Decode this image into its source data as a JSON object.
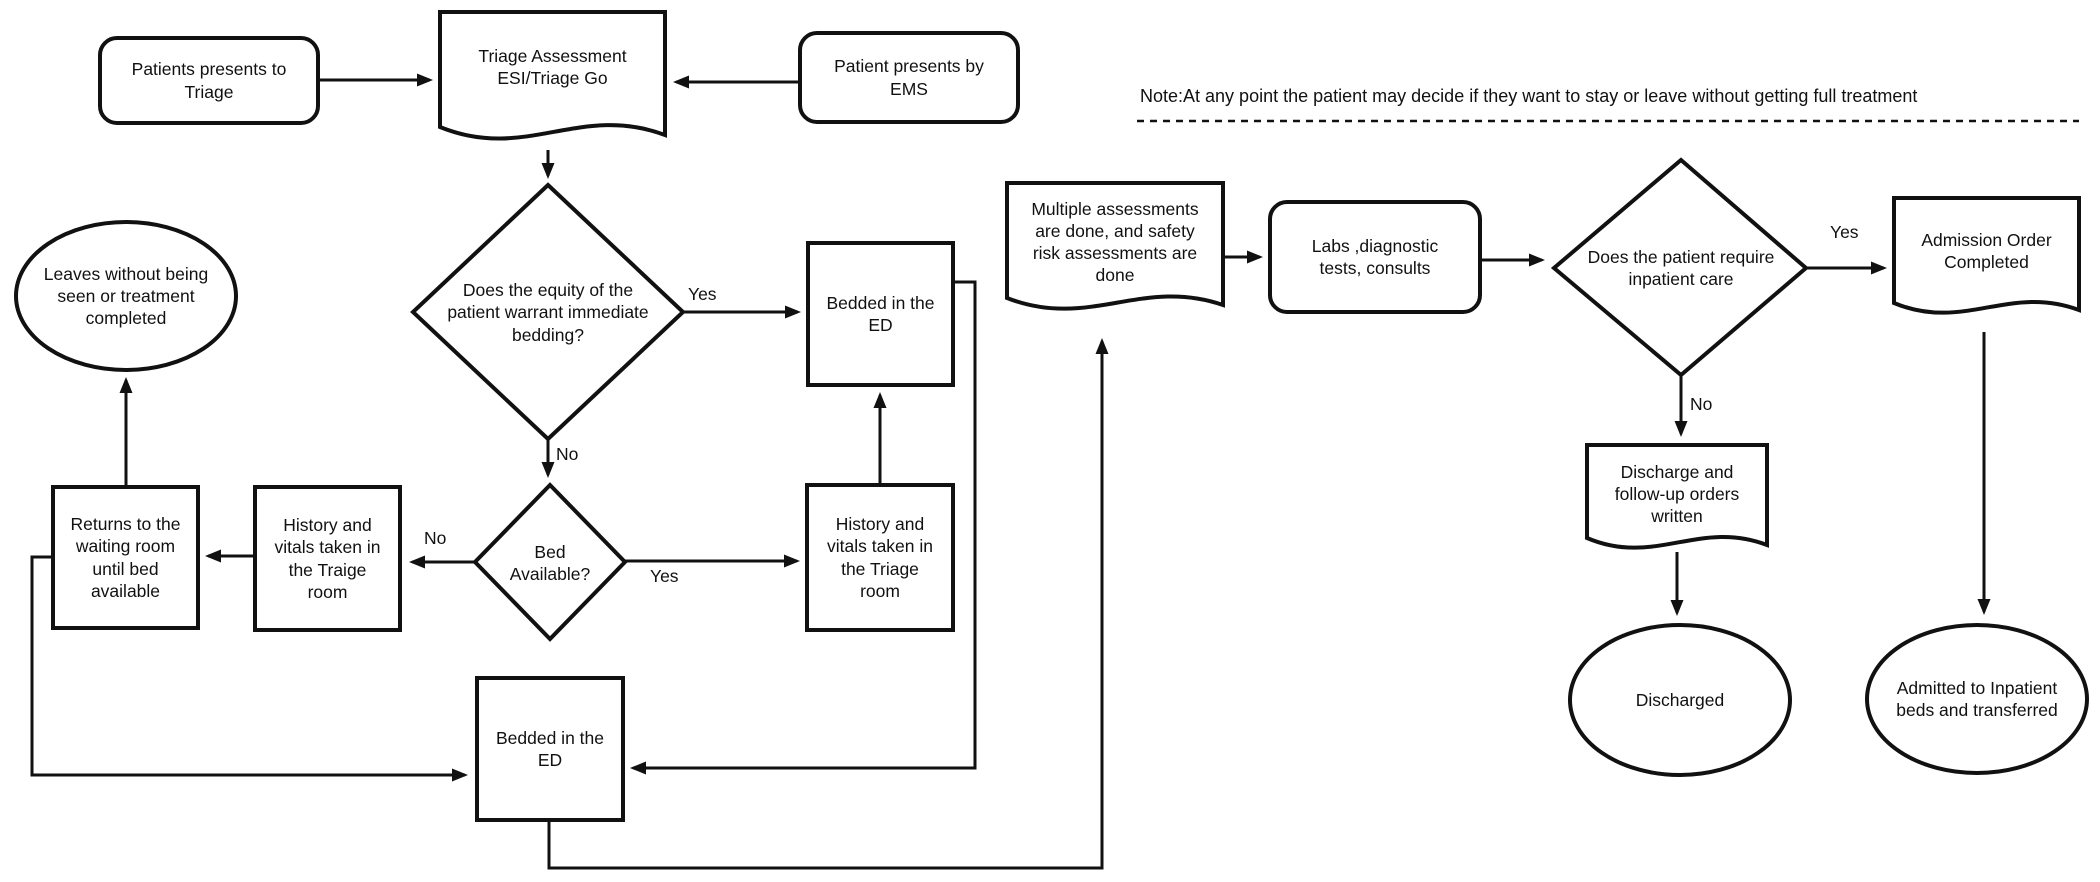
{
  "note": {
    "text": "Note:At any point the patient may decide if they want to stay or leave without getting full treatment"
  },
  "nodes": {
    "patients_presents_triage": {
      "shape": "rounded-rect",
      "label": [
        "Patients presents to",
        "Triage"
      ]
    },
    "triage_assessment": {
      "shape": "document",
      "label": [
        "Triage Assessment",
        "ESI/Triage Go"
      ]
    },
    "patient_presents_ems": {
      "shape": "rounded-rect",
      "label": [
        "Patient presents by",
        "EMS"
      ]
    },
    "equity_decision": {
      "shape": "diamond",
      "label": [
        "Does the equity of the",
        "patient warrant immediate",
        "bedding?"
      ]
    },
    "bedded_in_ed_top": {
      "shape": "rect",
      "label": [
        "Bedded in the",
        "ED"
      ]
    },
    "leaves_without_being_seen": {
      "shape": "ellipse",
      "label": [
        "Leaves without being",
        "seen or treatment",
        "completed"
      ]
    },
    "returns_to_waiting_room": {
      "shape": "rect",
      "label": [
        "Returns to the",
        "waiting room",
        "until bed",
        "available"
      ]
    },
    "history_vitals_traige": {
      "shape": "rect",
      "label": [
        "History and",
        "vitals taken in",
        "the Traige",
        "room"
      ]
    },
    "bed_available": {
      "shape": "diamond",
      "label": [
        "Bed",
        "Available?"
      ]
    },
    "history_vitals_triage": {
      "shape": "rect",
      "label": [
        "History and",
        "vitals taken in",
        "the Triage",
        "room"
      ]
    },
    "bedded_in_ed_bottom": {
      "shape": "rect",
      "label": [
        "Bedded in the",
        "ED"
      ]
    },
    "multiple_assessments": {
      "shape": "document",
      "label": [
        "Multiple assessments",
        "are done, and safety",
        "risk assessments are",
        "done"
      ]
    },
    "labs_diagnostic": {
      "shape": "rounded-rect",
      "label": [
        "Labs ,diagnostic",
        "tests, consults"
      ]
    },
    "inpatient_decision": {
      "shape": "diamond",
      "label": [
        "Does the patient require",
        "inpatient care"
      ]
    },
    "admission_order": {
      "shape": "document",
      "label": [
        "Admission Order",
        "Completed"
      ]
    },
    "discharge_orders": {
      "shape": "document",
      "label": [
        "Discharge and",
        "follow-up orders",
        "written"
      ]
    },
    "discharged": {
      "shape": "ellipse",
      "label": [
        "Discharged"
      ]
    },
    "admitted": {
      "shape": "ellipse",
      "label": [
        "Admitted to Inpatient",
        "beds and transferred"
      ]
    }
  },
  "edge_labels": {
    "equity_yes": "Yes",
    "equity_no": "No",
    "bed_available_no": "No",
    "bed_available_yes": "Yes",
    "inpatient_yes": "Yes",
    "inpatient_no": "No"
  },
  "colors": {
    "stroke": "#111111",
    "background": "#ffffff"
  }
}
